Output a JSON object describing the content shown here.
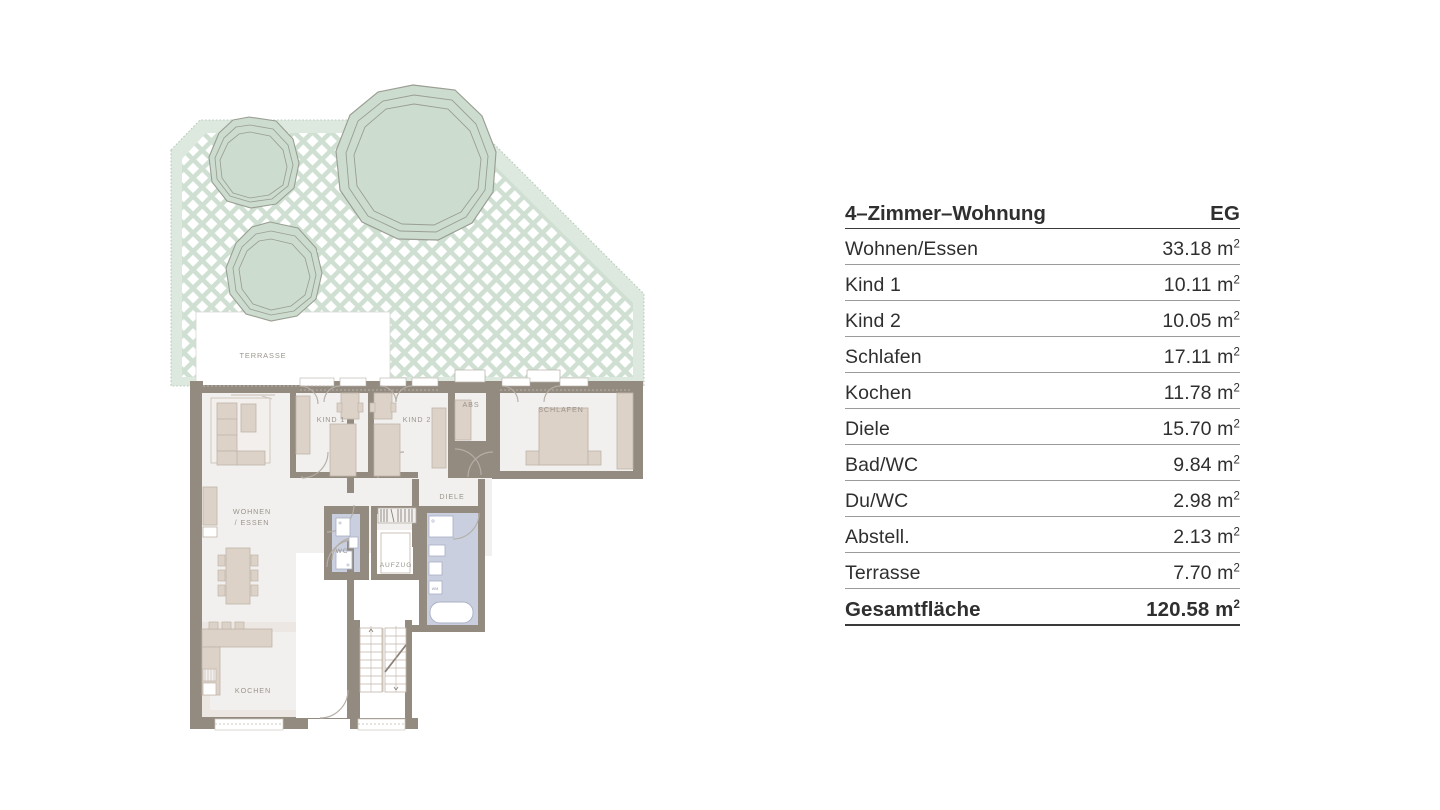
{
  "area_table": {
    "header": {
      "title": "4–Zimmer–Wohnung",
      "floor": "EG"
    },
    "rows": [
      {
        "label": "Wohnen/Essen",
        "value": "33.18",
        "unit": "m",
        "exp": "2"
      },
      {
        "label": "Kind 1",
        "value": "10.11",
        "unit": "m",
        "exp": "2"
      },
      {
        "label": "Kind 2",
        "value": "10.05",
        "unit": "m",
        "exp": "2"
      },
      {
        "label": "Schlafen",
        "value": "17.11",
        "unit": "m",
        "exp": "2"
      },
      {
        "label": "Kochen",
        "value": "11.78",
        "unit": "m",
        "exp": "2"
      },
      {
        "label": "Diele",
        "value": "15.70",
        "unit": "m",
        "exp": "2"
      },
      {
        "label": "Bad/WC",
        "value": "9.84",
        "unit": "m",
        "exp": "2"
      },
      {
        "label": "Du/WC",
        "value": "2.98",
        "unit": "m",
        "exp": "2"
      },
      {
        "label": "Abstell.",
        "value": "2.13",
        "unit": "m",
        "exp": "2"
      },
      {
        "label": "Terrasse",
        "value": "7.70",
        "unit": "m",
        "exp": "2"
      }
    ],
    "total": {
      "label": "Gesamtfläche",
      "value": "120.58",
      "unit": "m",
      "exp": "2"
    }
  },
  "floor_plan": {
    "room_labels": {
      "living": "WOHNEN",
      "living2": "/ ESSEN",
      "kitchen": "KOCHEN",
      "child1": "KIND 1",
      "child2": "KIND 2",
      "storage": "ABS",
      "bedroom": "SCHLAFEN",
      "hall": "DIELE",
      "wc": "WC",
      "elevator": "AUFZUG",
      "terrace": "TERRASSE"
    },
    "colors": {
      "wall": "#948b80",
      "room_fill": "#f2f0ee",
      "room_fill_2": "#ece7e2",
      "furniture": "#ddd2c8",
      "furniture_line": "#c0b4a8",
      "bath_fill": "#c9cfdf",
      "bath_line": "#a9b0c4",
      "garden_green": "#cfdfd2",
      "tree_fill": "#ccdccf",
      "tree_line": "#9a9e93",
      "label_gray": "#9a948c",
      "door_line": "#b5aea6",
      "text_dark": "#2f2f2f",
      "rule_gray": "#9b9b9b"
    }
  }
}
